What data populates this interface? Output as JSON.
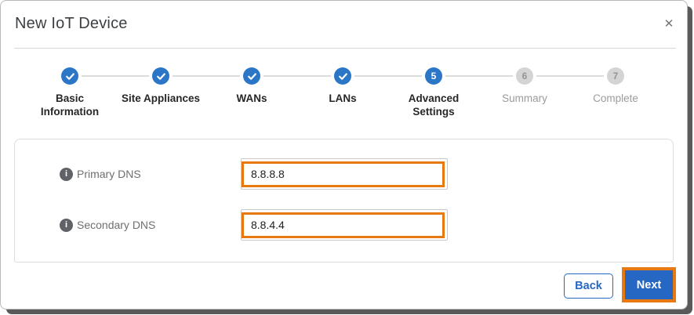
{
  "dialog": {
    "title": "New IoT Device",
    "close_glyph": "✕"
  },
  "stepper": {
    "steps": [
      {
        "label": "Basic Information",
        "state": "completed",
        "icon": "check-icon"
      },
      {
        "label": "Site Appliances",
        "state": "completed",
        "icon": "check-icon"
      },
      {
        "label": "WANs",
        "state": "completed",
        "icon": "check-icon"
      },
      {
        "label": "LANs",
        "state": "completed",
        "icon": "check-icon"
      },
      {
        "label": "Advanced Settings",
        "state": "active",
        "number": "5"
      },
      {
        "label": "Summary",
        "state": "pending",
        "number": "6"
      },
      {
        "label": "Complete",
        "state": "pending",
        "number": "7"
      }
    ]
  },
  "form": {
    "info_glyph": "i",
    "fields": [
      {
        "label": "Primary DNS",
        "value": "8.8.8.8",
        "highlighted": true
      },
      {
        "label": "Secondary DNS",
        "value": "8.8.4.4",
        "highlighted": true
      }
    ]
  },
  "footer": {
    "back_label": "Back",
    "next_label": "Next"
  },
  "colors": {
    "accent_blue": "#2b76c6",
    "button_blue": "#2767c4",
    "highlight_orange": "#e87911",
    "pending_gray": "#d4d4d4"
  }
}
